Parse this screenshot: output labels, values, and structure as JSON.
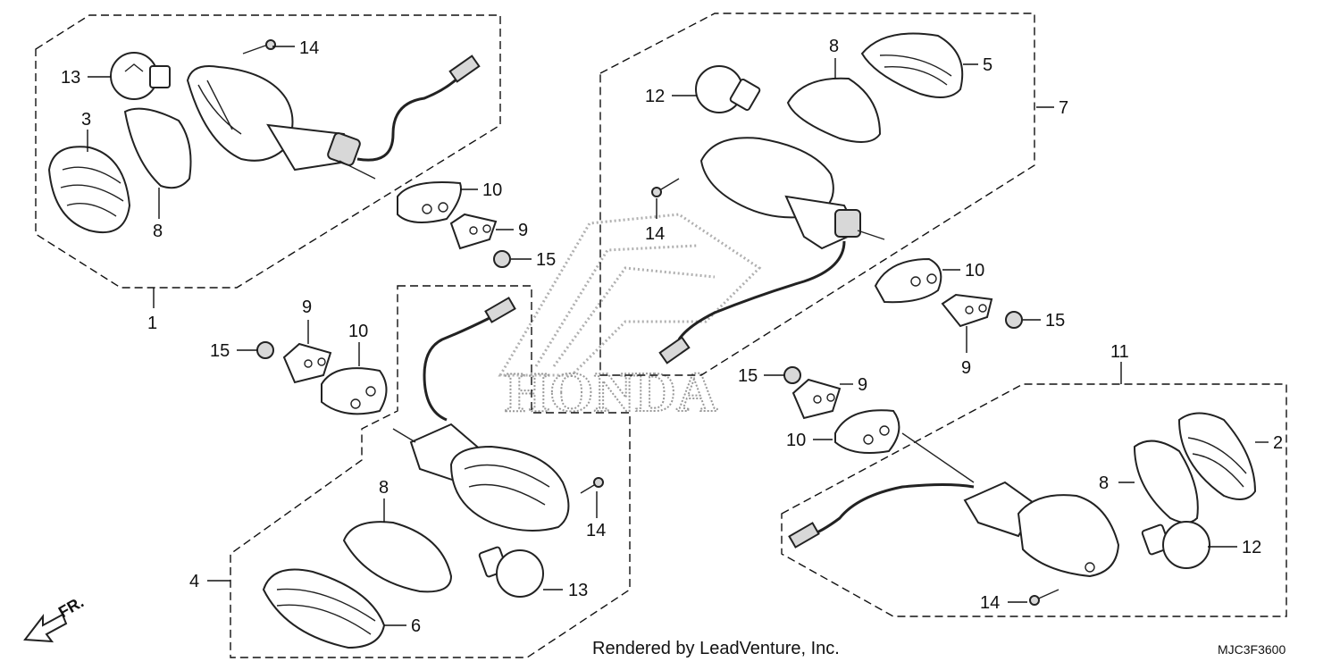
{
  "diagram": {
    "callouts": {
      "n1": "1",
      "n2": "2",
      "n3": "3",
      "n4": "4",
      "n5": "5",
      "n6": "6",
      "n7": "7",
      "n8": "8",
      "n9": "9",
      "n10": "10",
      "n11": "11",
      "n12": "12",
      "n13": "13",
      "n14": "14",
      "n15": "15"
    },
    "front_label": "FR.",
    "watermark": "HONDA",
    "credit": "Rendered by LeadVenture, Inc.",
    "diagram_code": "MJC3F3600"
  }
}
